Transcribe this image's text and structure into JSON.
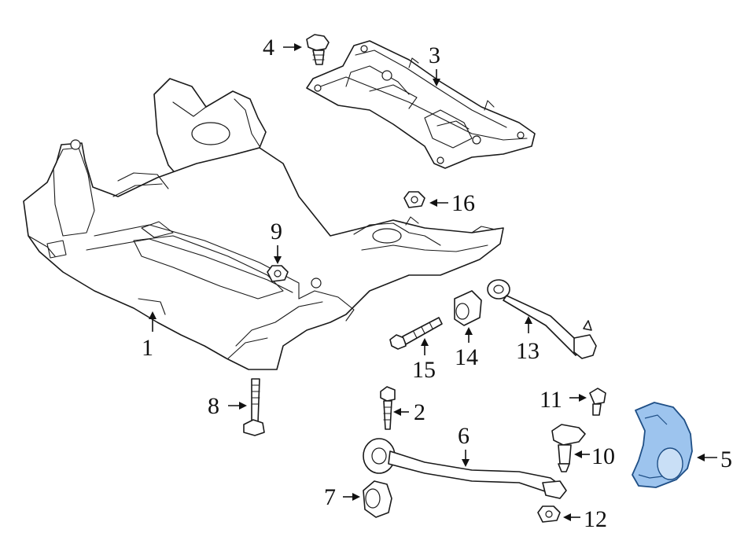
{
  "colors": {
    "line": "#1a1a1a",
    "background": "#ffffff",
    "highlight_fill": "#9dc4ee",
    "highlight_stroke": "#1f4f86"
  },
  "callouts": [
    {
      "id": "1",
      "text": "1"
    },
    {
      "id": "2",
      "text": "2"
    },
    {
      "id": "3",
      "text": "3"
    },
    {
      "id": "4",
      "text": "4"
    },
    {
      "id": "5",
      "text": "5"
    },
    {
      "id": "6",
      "text": "6"
    },
    {
      "id": "7",
      "text": "7"
    },
    {
      "id": "8",
      "text": "8"
    },
    {
      "id": "9",
      "text": "9"
    },
    {
      "id": "10",
      "text": "10"
    },
    {
      "id": "11",
      "text": "11"
    },
    {
      "id": "12",
      "text": "12"
    },
    {
      "id": "13",
      "text": "13"
    },
    {
      "id": "14",
      "text": "14"
    },
    {
      "id": "15",
      "text": "15"
    },
    {
      "id": "16",
      "text": "16"
    }
  ],
  "highlighted_part": "5"
}
